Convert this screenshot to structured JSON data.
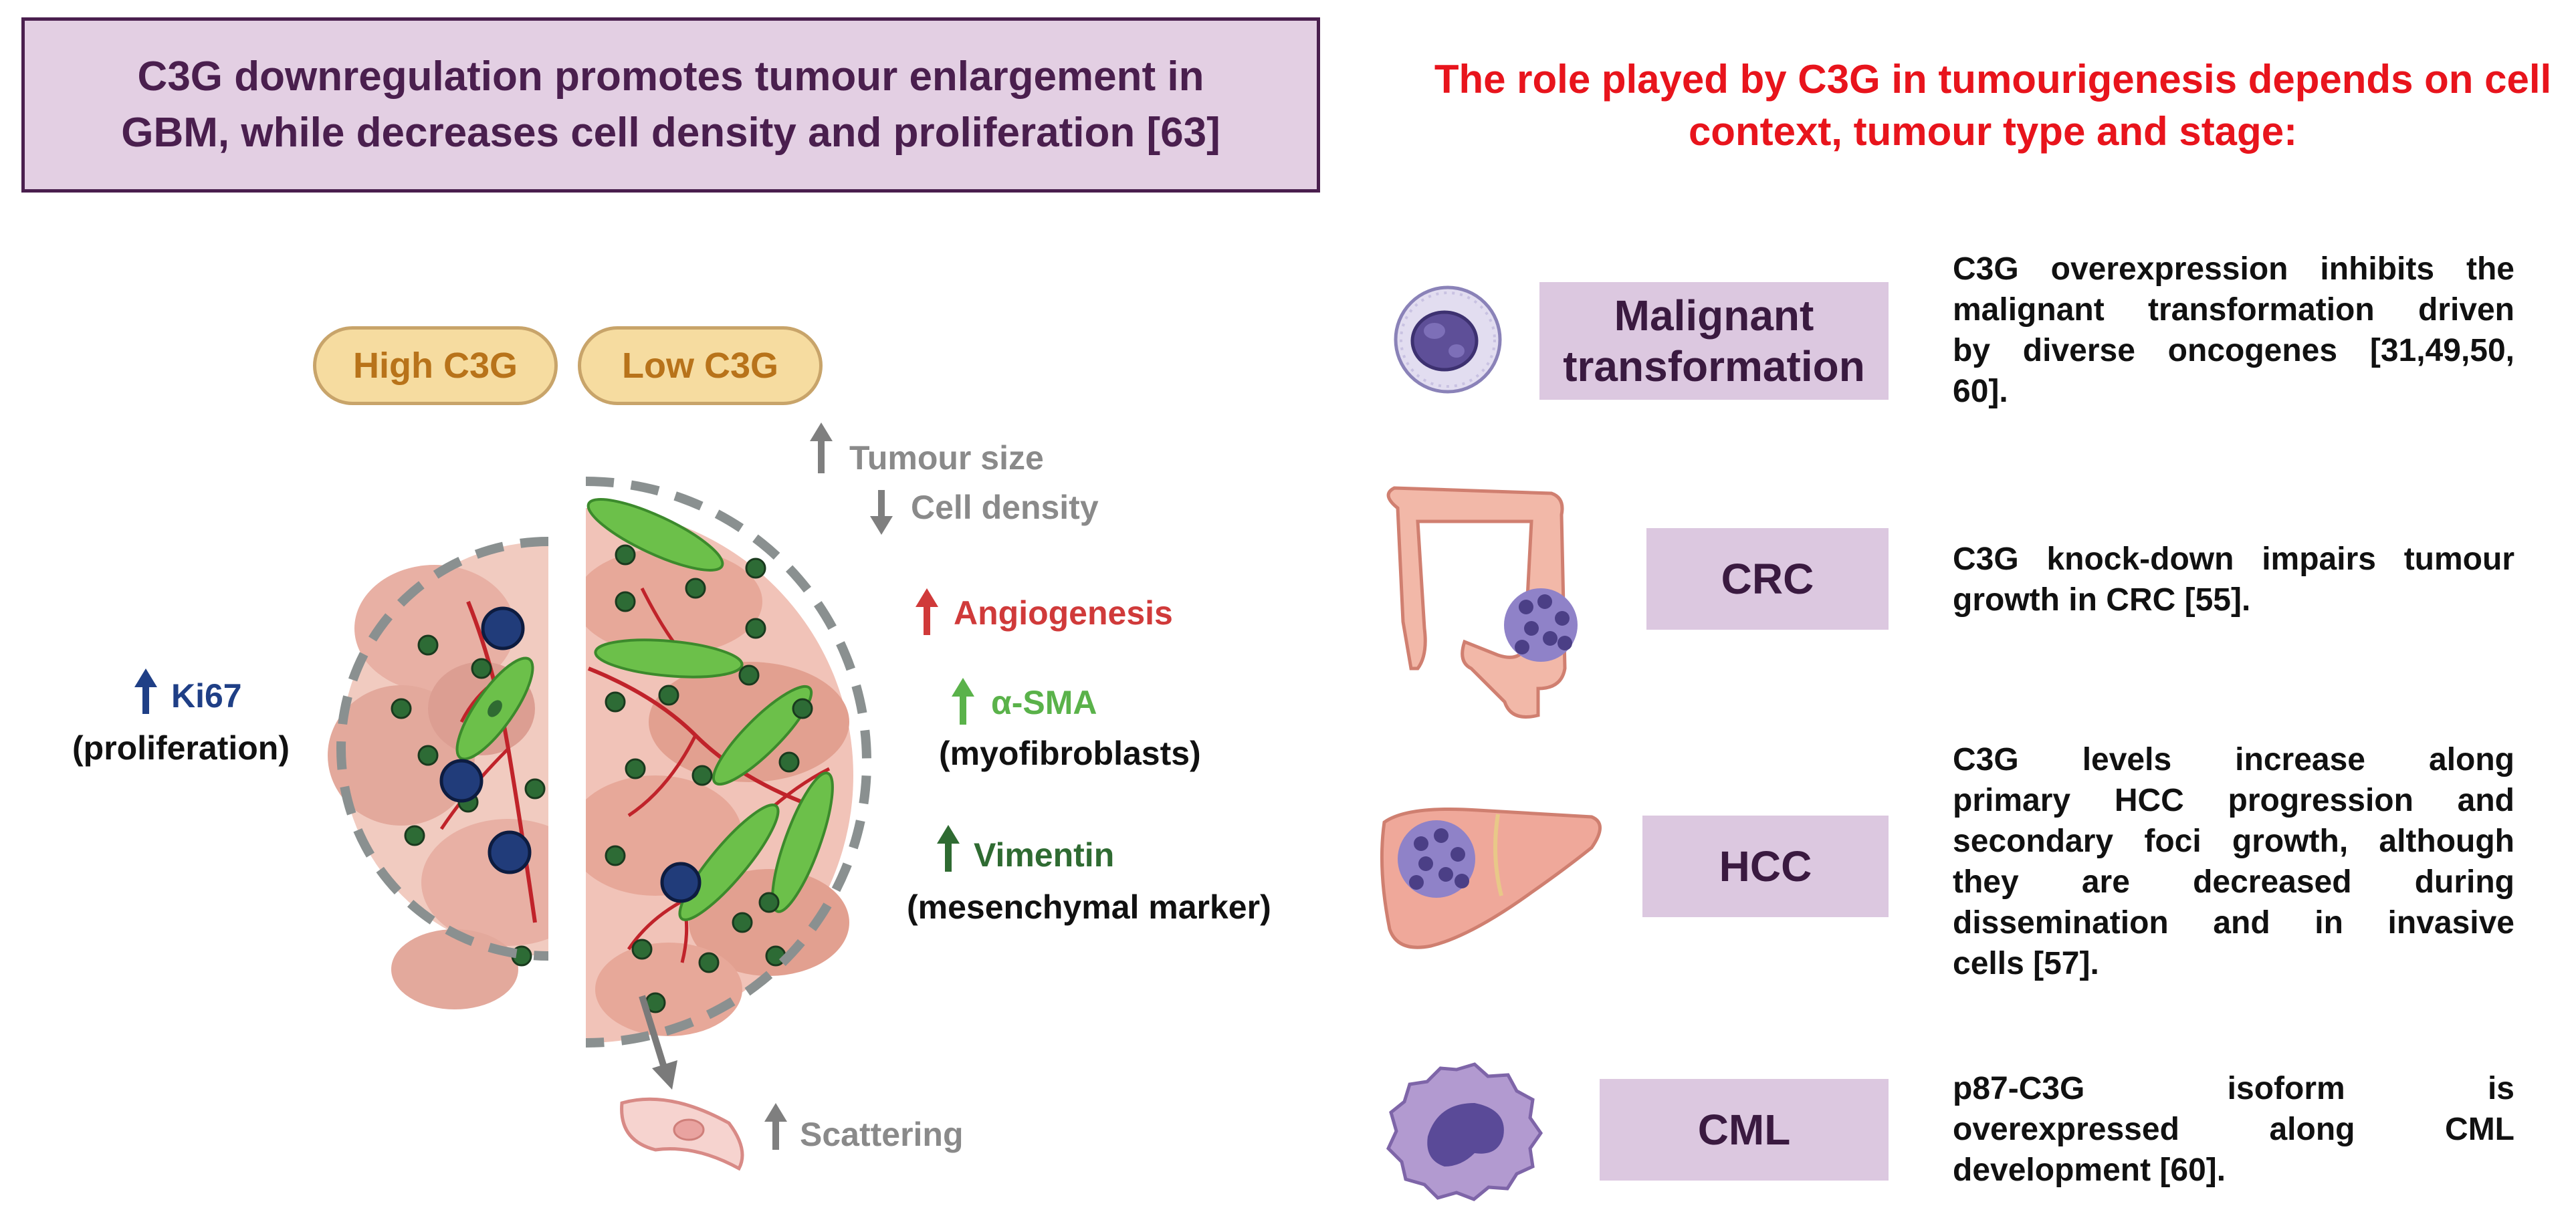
{
  "left_title": {
    "line1": "C3G downregulation promotes tumour enlargement in",
    "line2": "GBM, while decreases cell density and proliferation [63]"
  },
  "pills": {
    "high": "High C3G",
    "low": "Low C3G"
  },
  "effects": {
    "tumour_size": "Tumour size",
    "cell_density": "Cell density",
    "angiogenesis": "Angiogenesis",
    "asma": "α-SMA",
    "myofibroblasts": "(myofibroblasts)",
    "vimentin": "Vimentin",
    "mesenchymal": "(mesenchymal marker)",
    "scattering": "Scattering",
    "ki67": "Ki67",
    "proliferation": "(proliferation)"
  },
  "right_title": {
    "line1": "The role played by C3G in tumourigenesis depends on cell",
    "line2": "context, tumour type and stage:"
  },
  "rows": [
    {
      "label_line1": "Malignant",
      "label_line2": "transformation",
      "desc": [
        "C3G overexpression inhibits the",
        "malignant transformation driven",
        "by diverse oncogenes [31,49,50,",
        "60]."
      ]
    },
    {
      "label_line1": "CRC",
      "label_line2": "",
      "desc": [
        "C3G knock-down impairs tumour",
        "growth in CRC [55]."
      ]
    },
    {
      "label_line1": "HCC",
      "label_line2": "",
      "desc": [
        "C3G levels increase along",
        "primary HCC progression and",
        "secondary foci growth, although",
        "they are decreased during",
        "dissemination and in invasive",
        "cells [57]."
      ]
    },
    {
      "label_line1": "CML",
      "label_line2": "",
      "desc": [
        "p87-C3G isoform is",
        "overexpressed along CML",
        "development [60]."
      ]
    }
  ],
  "colors": {
    "title_box_bg": "#e3cfe3",
    "title_box_border": "#4a1f4e",
    "title_text": "#4a1f4e",
    "right_title": "#e8141c",
    "pill_bg": "#f6dca0",
    "pill_text": "#b8731a",
    "grey_text": "#8a8a8a",
    "angio": "#d03a3a",
    "asma": "#5ab24a",
    "vimentin": "#2f6b32",
    "ki67": "#1f3f86",
    "category_box": "#dcc8e0"
  }
}
